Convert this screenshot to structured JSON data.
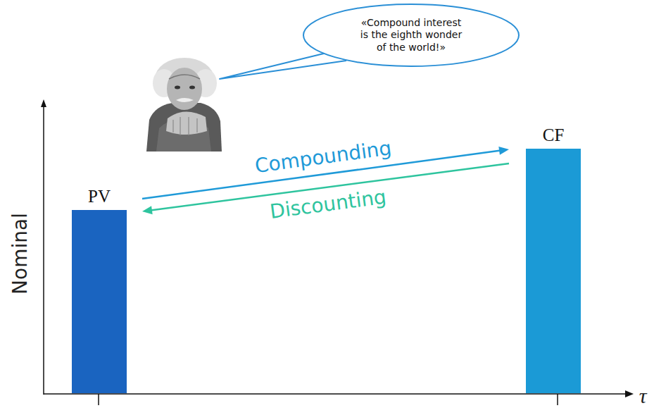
{
  "diagram": {
    "nodes": [
      {
        "text": [
          "«Compound interest is the eighth wonder of the world!»"
        ]
      },
      {
        "text": [
          "PV"
        ]
      },
      {
        "text": [
          "CF"
        ]
      }
    ],
    "edges": [
      {
        "from": 1,
        "to": 2,
        "arrow": "to",
        "label": "Compounding"
      },
      {
        "from": 2,
        "to": 1,
        "arrow": "to",
        "label": "Discounting"
      }
    ],
    "labels": [
      "Nominal",
      "τ"
    ]
  }
}
